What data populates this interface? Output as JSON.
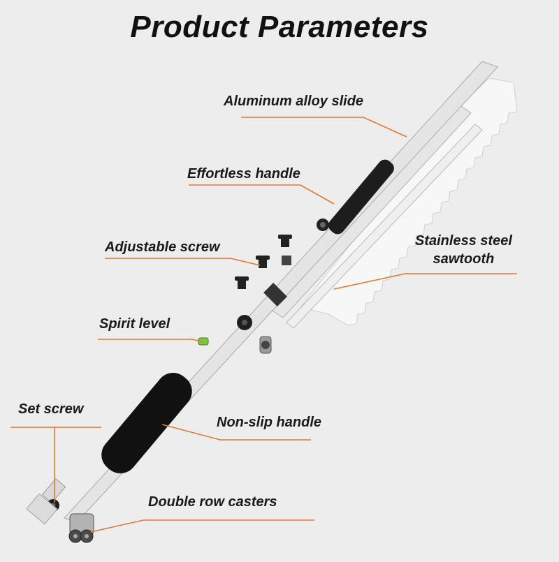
{
  "title": "Product Parameters",
  "accent_color": "#e8772e",
  "labels": {
    "aluminum_slide": "Aluminum alloy slide",
    "effortless_handle": "Effortless handle",
    "adjustable_screw": "Adjustable screw",
    "sawtooth_line1": "Stainless steel",
    "sawtooth_line2": "sawtooth",
    "spirit_level": "Spirit level",
    "set_screw": "Set screw",
    "nonslip_handle": "Non-slip handle",
    "casters": "Double row casters"
  }
}
